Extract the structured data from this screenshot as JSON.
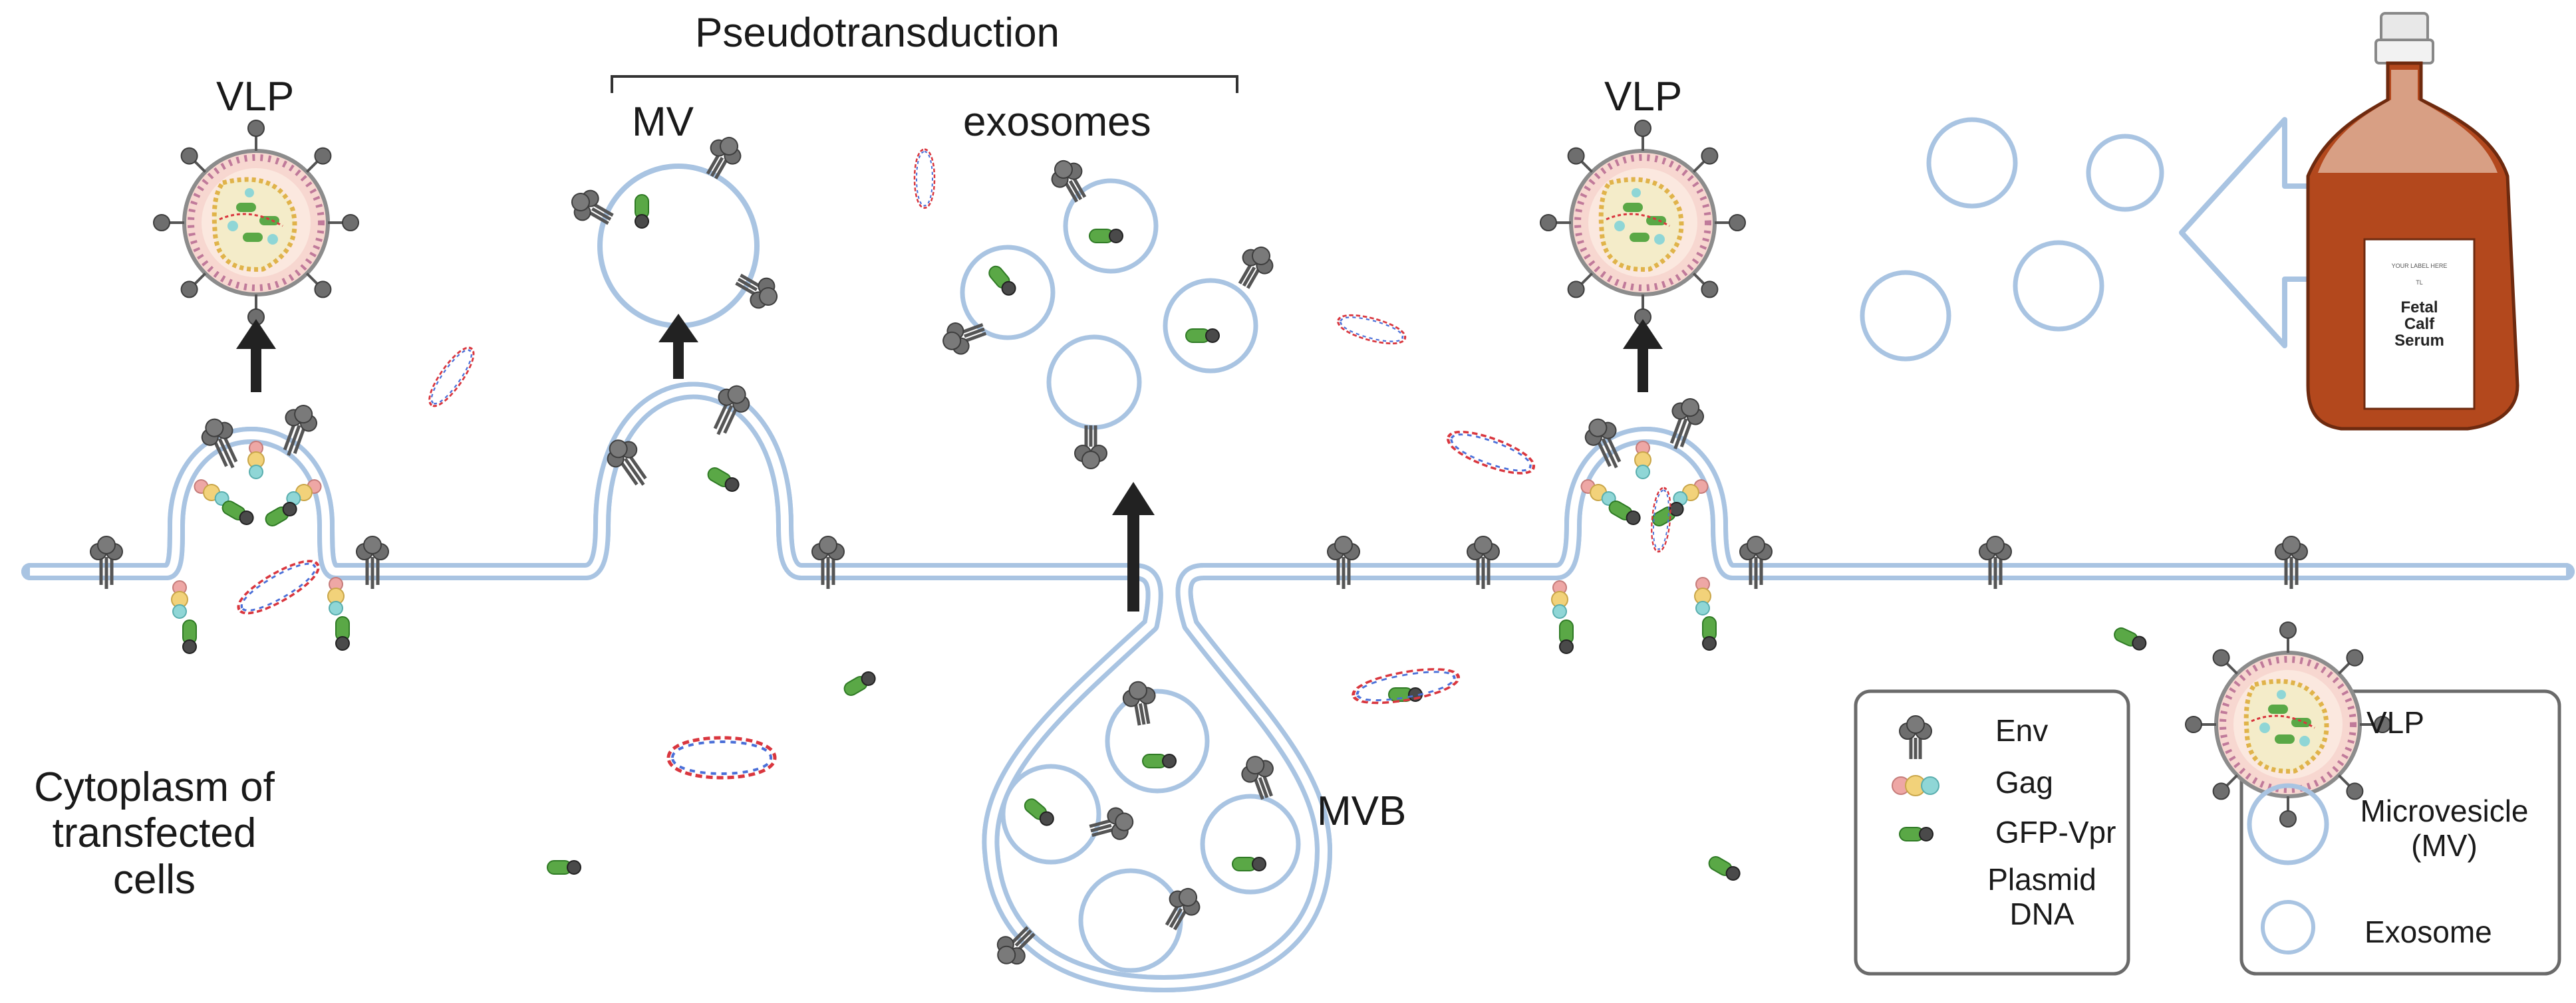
{
  "labels": {
    "pseudotransduction": "Pseudotransduction",
    "mv": "MV",
    "exosomes": "exosomes",
    "vlp_left": "VLP",
    "vlp_right": "VLP",
    "mvb": "MVB",
    "cytoplasm": "Cytoplasm of\ntransfected\ncells"
  },
  "bottle": {
    "small_label": "YOUR LABEL HERE",
    "small_code": "TL",
    "title": "Fetal\nCalf\nSerum"
  },
  "legend_left": {
    "items": [
      {
        "icon": "env-icon",
        "label": "Env"
      },
      {
        "icon": "gag-icon",
        "label": "Gag"
      },
      {
        "icon": "gfp-vpr-icon",
        "label": "GFP-Vpr"
      },
      {
        "icon": "plasmid-dna-icon",
        "label": "Plasmid\nDNA"
      }
    ]
  },
  "legend_right": {
    "items": [
      {
        "icon": "vlp-icon",
        "label": "VLP"
      },
      {
        "icon": "microvesicle-icon",
        "label": "Microvesicle\n(MV)"
      },
      {
        "icon": "exosome-icon",
        "label": "Exosome"
      }
    ]
  },
  "colors": {
    "membrane": "#a9c4e2",
    "membrane_inner": "#ffffff",
    "env": "#6e6e6e",
    "gfp": "#5aa846",
    "gag_yellow": "#f2d27a",
    "gag_pink": "#eea7a5",
    "gag_teal": "#8fd6d6",
    "dna_red": "#d9363e",
    "dna_blue": "#4a6fd8",
    "arrow": "#222222",
    "serum": "#b3481d",
    "big_arrow": "#b9cde8"
  }
}
